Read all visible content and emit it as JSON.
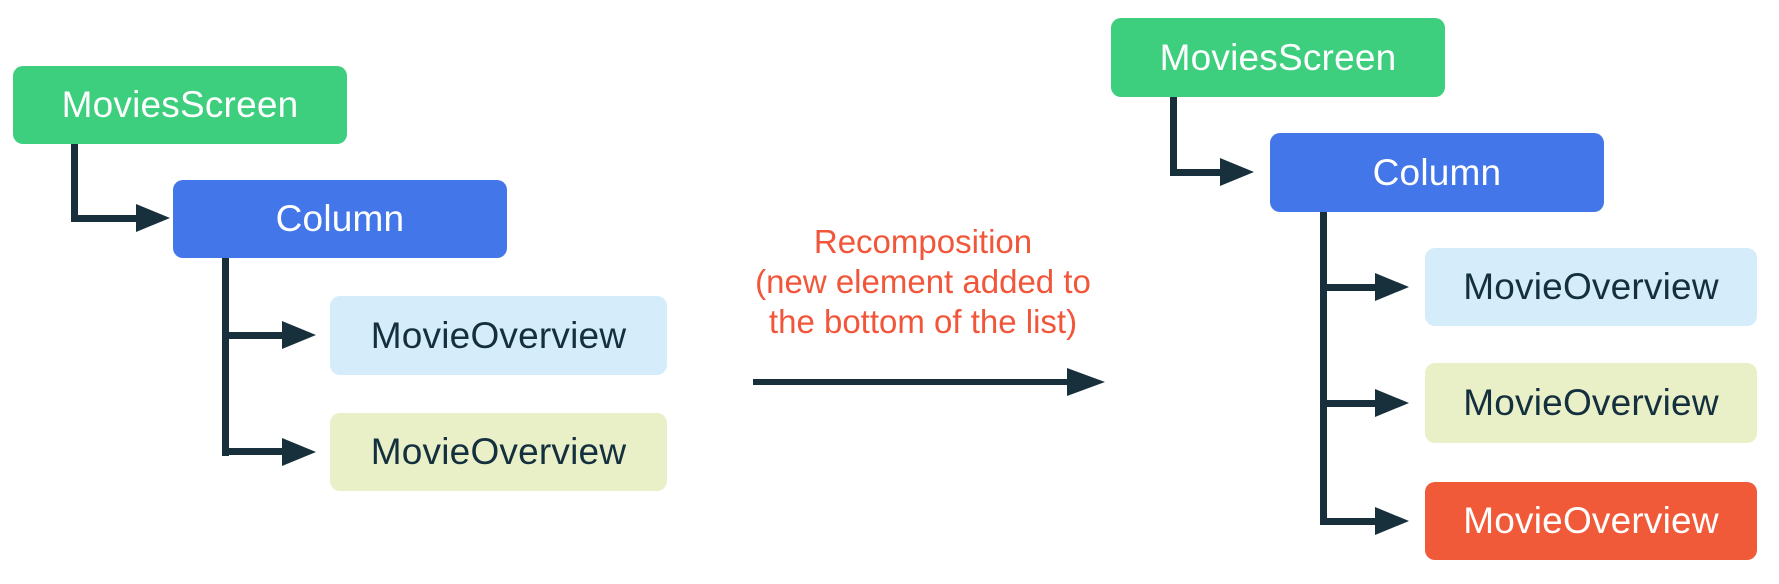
{
  "colors": {
    "green": "#3ECF7E",
    "blue": "#4377E9",
    "light_blue": "#D5ECFA",
    "light_yellow": "#E9F0C7",
    "orange": "#F05A38",
    "line": "#17303C",
    "annotation_red": "#F2563A",
    "white_text": "#FFFFFF",
    "dark_text": "#14303F"
  },
  "left_tree": {
    "title": "before-recomposition",
    "nodes": [
      {
        "label": "MoviesScreen"
      },
      {
        "label": "Column"
      },
      {
        "label": "MovieOverview"
      },
      {
        "label": "MovieOverview"
      }
    ]
  },
  "annotation": {
    "lines": [
      "Recomposition",
      "(new element added to",
      "the bottom of the list)"
    ]
  },
  "right_tree": {
    "title": "after-recomposition",
    "nodes": [
      {
        "label": "MoviesScreen"
      },
      {
        "label": "Column"
      },
      {
        "label": "MovieOverview"
      },
      {
        "label": "MovieOverview"
      },
      {
        "label": "MovieOverview"
      }
    ]
  }
}
